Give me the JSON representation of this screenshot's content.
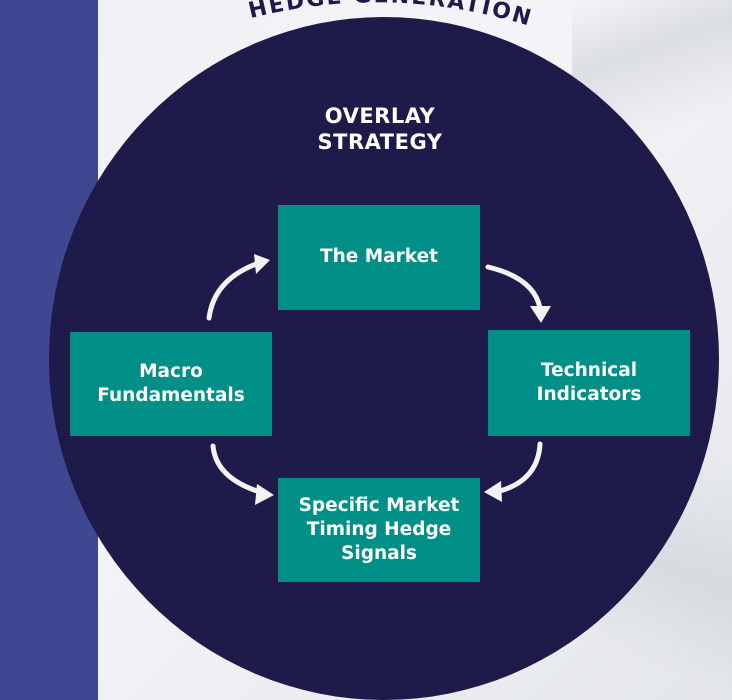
{
  "arc_heading": "HEDGE GENERATION",
  "title": "OVERLAY\nSTRATEGY",
  "nodes": {
    "market": "The Market",
    "macro": "Macro\nFundamentals",
    "technical": "Technical\nIndicators",
    "signals": "Specific Market\nTiming Hedge\nSignals"
  },
  "colors": {
    "circle": "#1e1a4a",
    "node": "#008f87",
    "side_band": "#3f4692",
    "arrow": "#f2f2f2",
    "arc_text": "#1e1a4a"
  }
}
